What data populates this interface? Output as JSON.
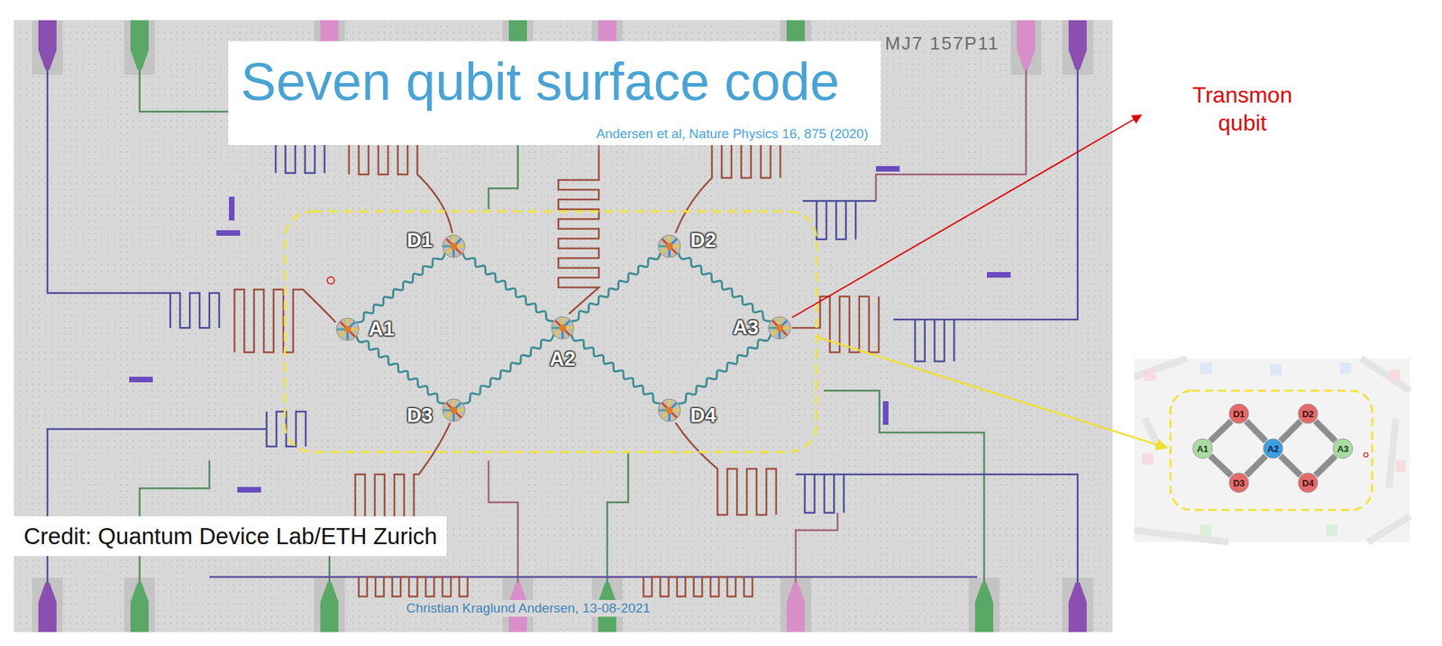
{
  "diagram": {
    "title": "Seven qubit surface code",
    "nodes": [
      {
        "text": [
          "D1"
        ]
      },
      {
        "text": [
          "D2"
        ]
      },
      {
        "text": [
          "A1"
        ]
      },
      {
        "text": [
          "A2"
        ]
      },
      {
        "text": [
          "A3"
        ]
      },
      {
        "text": [
          "D3"
        ]
      },
      {
        "text": [
          "D4"
        ]
      },
      {
        "text": [
          "D1"
        ]
      },
      {
        "text": [
          "D2"
        ]
      },
      {
        "text": [
          "A1"
        ]
      },
      {
        "text": [
          "A2"
        ]
      },
      {
        "text": [
          "A3"
        ]
      },
      {
        "text": [
          "D3"
        ]
      },
      {
        "text": [
          "D4"
        ]
      }
    ],
    "edges": [
      {
        "from": 2,
        "to": 0,
        "arrow": "none"
      },
      {
        "from": 0,
        "to": 3,
        "arrow": "none"
      },
      {
        "from": 3,
        "to": 1,
        "arrow": "none"
      },
      {
        "from": 1,
        "to": 4,
        "arrow": "none"
      },
      {
        "from": 2,
        "to": 5,
        "arrow": "none"
      },
      {
        "from": 5,
        "to": 3,
        "arrow": "none"
      },
      {
        "from": 3,
        "to": 6,
        "arrow": "none"
      },
      {
        "from": 6,
        "to": 4,
        "arrow": "none"
      },
      {
        "from": 9,
        "to": 7,
        "arrow": "none"
      },
      {
        "from": 7,
        "to": 10,
        "arrow": "none"
      },
      {
        "from": 10,
        "to": 8,
        "arrow": "none"
      },
      {
        "from": 8,
        "to": 11,
        "arrow": "none"
      },
      {
        "from": 9,
        "to": 12,
        "arrow": "none"
      },
      {
        "from": 12,
        "to": 10,
        "arrow": "none"
      },
      {
        "from": 10,
        "to": 13,
        "arrow": "none"
      },
      {
        "from": 13,
        "to": 11,
        "arrow": "none"
      }
    ],
    "labels": [
      "MJ7 157P11",
      "Andersen et al, Nature Physics 16, 875 (2020)",
      "Transmon qubit",
      "Credit: Quantum Device Lab/ETH Zurich",
      "Christian Kraglund Andersen, 13-08-2021"
    ]
  }
}
